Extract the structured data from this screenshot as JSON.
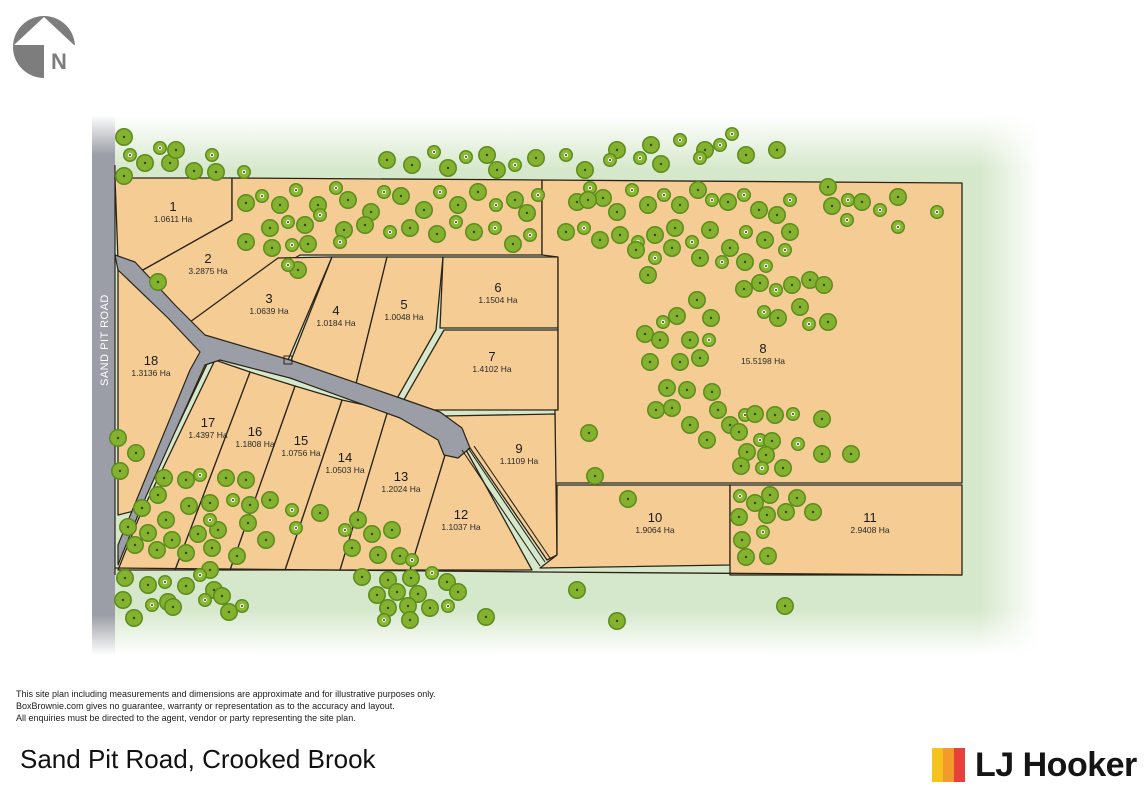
{
  "compass": {
    "label": "N",
    "icon": "north-arrow-icon"
  },
  "road": {
    "label": "SAND PIT ROAD"
  },
  "lots": [
    {
      "num": "1",
      "area": "1.0611 Ha"
    },
    {
      "num": "2",
      "area": "3.2875  Ha"
    },
    {
      "num": "3",
      "area": "1.0639 Ha"
    },
    {
      "num": "4",
      "area": "1.0184 Ha"
    },
    {
      "num": "5",
      "area": "1.0048 Ha"
    },
    {
      "num": "6",
      "area": "1.1504 Ha"
    },
    {
      "num": "7",
      "area": "1.4102 Ha"
    },
    {
      "num": "8",
      "area": "15.5198 Ha"
    },
    {
      "num": "9",
      "area": "1.1109 Ha"
    },
    {
      "num": "10",
      "area": "1.9064 Ha"
    },
    {
      "num": "11",
      "area": "2.9408 Ha"
    },
    {
      "num": "12",
      "area": "1.1037 Ha"
    },
    {
      "num": "13",
      "area": "1.2024 Ha"
    },
    {
      "num": "14",
      "area": "1.0503 Ha"
    },
    {
      "num": "15",
      "area": "1.0756 Ha"
    },
    {
      "num": "16",
      "area": "1.1808 Ha"
    },
    {
      "num": "17",
      "area": "1.4397 Ha"
    },
    {
      "num": "18",
      "area": "1.3136 Ha"
    }
  ],
  "colors": {
    "lot_fill": "#f5cd94",
    "lot_border": "#2a2418",
    "road": "#9b9ea6",
    "grass": "#d3e6c9",
    "tree": "#7aa82a",
    "logo_yellow": "#f6c21c",
    "logo_orange": "#f39a2b",
    "logo_red": "#e8413c"
  },
  "disclaimer": {
    "line1": "This site plan including measurements and dimensions are approximate and for illustrative purposes only.",
    "line2": "BoxBrownie.com gives no guarantee, warranty or representation as to the accuracy and layout.",
    "line3": "All enquiries must be directed to the agent, vendor or party representing the site plan."
  },
  "title": "Sand Pit Road, Crooked Brook",
  "agency": {
    "name": "LJ Hooker"
  }
}
